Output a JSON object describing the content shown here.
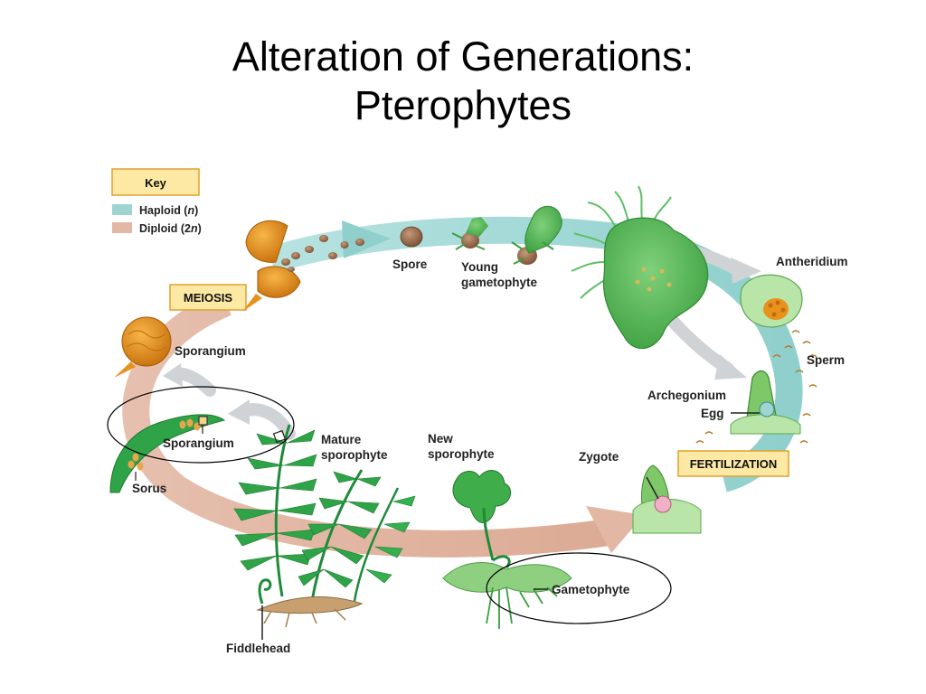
{
  "title": {
    "line1": "Alteration of Generations:",
    "line2": "Pterophytes"
  },
  "key": {
    "heading": "Key",
    "haploid_label": "Haploid (",
    "haploid_var": "n",
    "diploid_label": "Diploid (2",
    "diploid_var": "n",
    "close": ")",
    "haploid_color": "#9ed5d3",
    "diploid_color": "#e2b7a4"
  },
  "stages": {
    "meiosis": "MEIOSIS",
    "fertilization": "FERTILIZATION"
  },
  "labels": {
    "spore": "Spore",
    "young_gametophyte_1": "Young",
    "young_gametophyte_2": "gametophyte",
    "antheridium": "Antheridium",
    "sperm": "Sperm",
    "archegonium": "Archegonium",
    "egg": "Egg",
    "zygote": "Zygote",
    "new_sporophyte_1": "New",
    "new_sporophyte_2": "sporophyte",
    "gametophyte": "Gametophyte",
    "mature_sporophyte_1": "Mature",
    "mature_sporophyte_2": "sporophyte",
    "sporangium_upper": "Sporangium",
    "sporangium_lower": "Sporangium",
    "sorus": "Sorus",
    "fiddlehead": "Fiddlehead"
  },
  "colors": {
    "box_fill": "#fde9a4",
    "box_stroke": "#e0a030",
    "plant_green": "#3fae4a",
    "dark_green": "#1e8a3a",
    "sporangium_orange": "#e8921e",
    "spore_brown": "#9b6a4a",
    "arrow_gray": "#cfd3d6"
  }
}
